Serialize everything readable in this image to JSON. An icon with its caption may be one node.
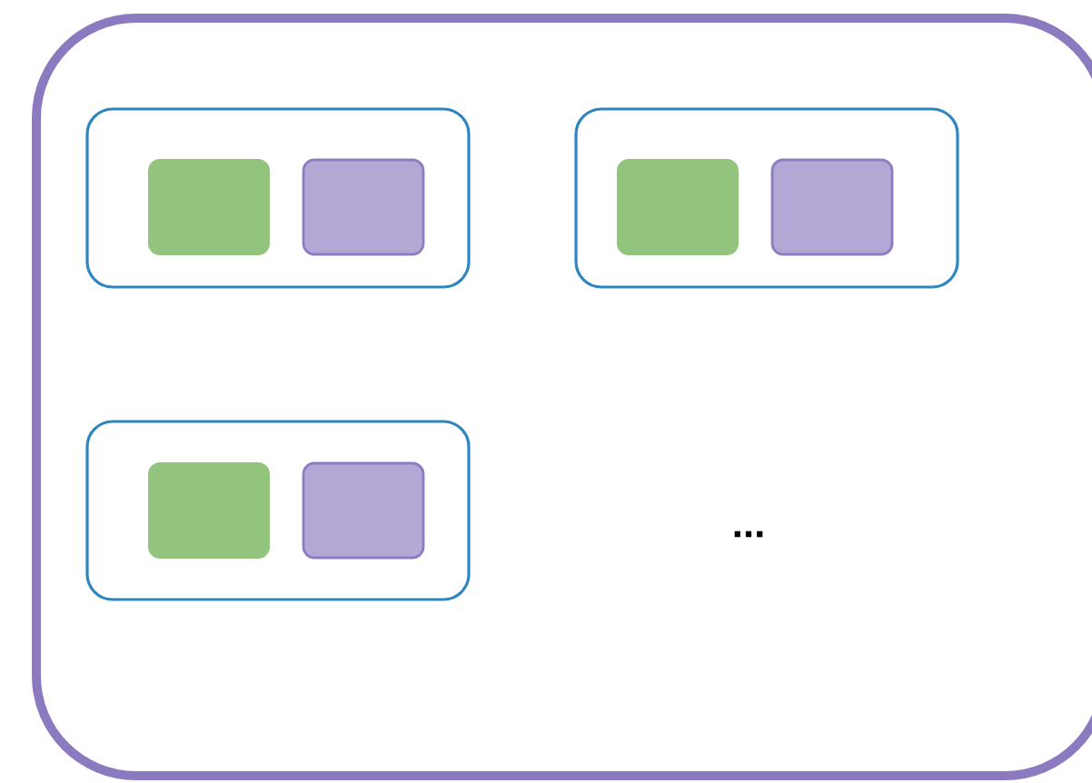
{
  "diagram": {
    "nodes": [
      {
        "text": [],
        "shape": "box"
      },
      {
        "text": [],
        "shape": "box",
        "in": 0
      },
      {
        "text": [],
        "shape": "box",
        "in": 1
      },
      {
        "text": [],
        "shape": "box",
        "in": 1
      },
      {
        "text": [],
        "shape": "box",
        "in": 0
      },
      {
        "text": [],
        "shape": "box",
        "in": 4
      },
      {
        "text": [],
        "shape": "box",
        "in": 4
      },
      {
        "text": [],
        "shape": "box",
        "in": 0
      },
      {
        "text": [],
        "shape": "box",
        "in": 7
      },
      {
        "text": [],
        "shape": "box",
        "in": 7
      }
    ],
    "labels": [
      "..."
    ]
  }
}
